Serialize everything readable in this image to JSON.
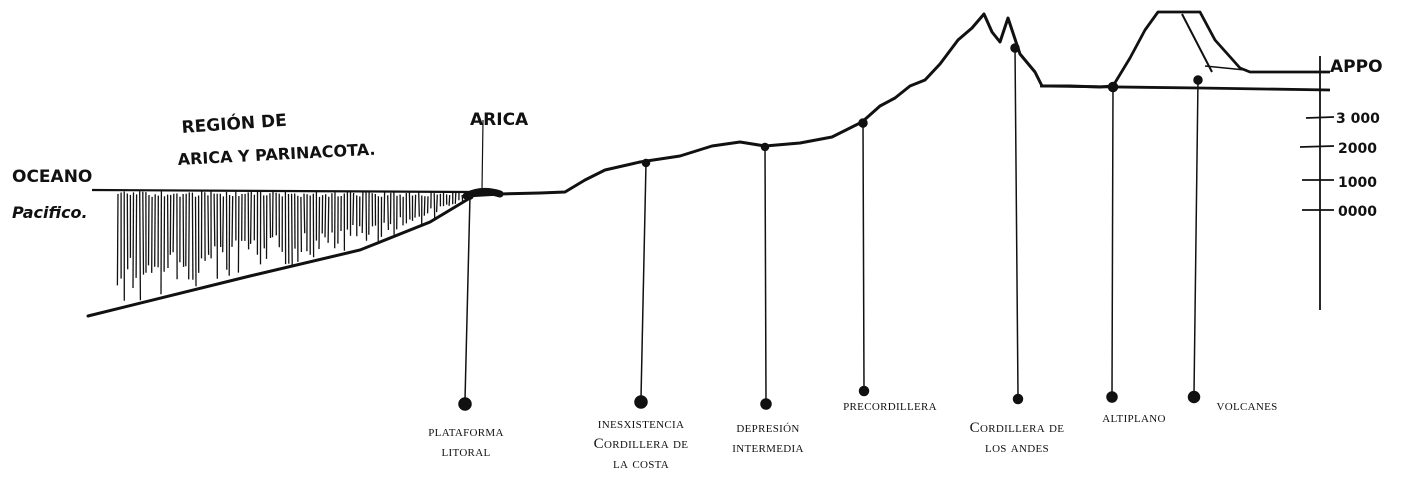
{
  "labels": {
    "ocean_line1": "OCEANO",
    "ocean_line2": "Pacifico.",
    "region_line1": "REGIÓN DE",
    "region_line2": "ARICA Y PARINACOTA.",
    "city": "ARICA"
  },
  "scale": {
    "top": "APPO",
    "ticks": [
      "3 000",
      "2000",
      "1000",
      "0000"
    ]
  },
  "zones": [
    {
      "lines": [
        "plataforma",
        "litoral"
      ]
    },
    {
      "lines": [
        "inesxistencia",
        "Cordillera de",
        "la costa"
      ]
    },
    {
      "lines": [
        "depresión",
        "intermedia"
      ]
    },
    {
      "lines": [
        "precordillera"
      ]
    },
    {
      "lines": [
        "Cordillera de",
        "los andes"
      ]
    },
    {
      "lines": [
        "altiplano"
      ]
    },
    {
      "lines": [
        "volcanes"
      ]
    }
  ],
  "colors": {
    "ink": "#111111",
    "paper": "#ffffff"
  }
}
